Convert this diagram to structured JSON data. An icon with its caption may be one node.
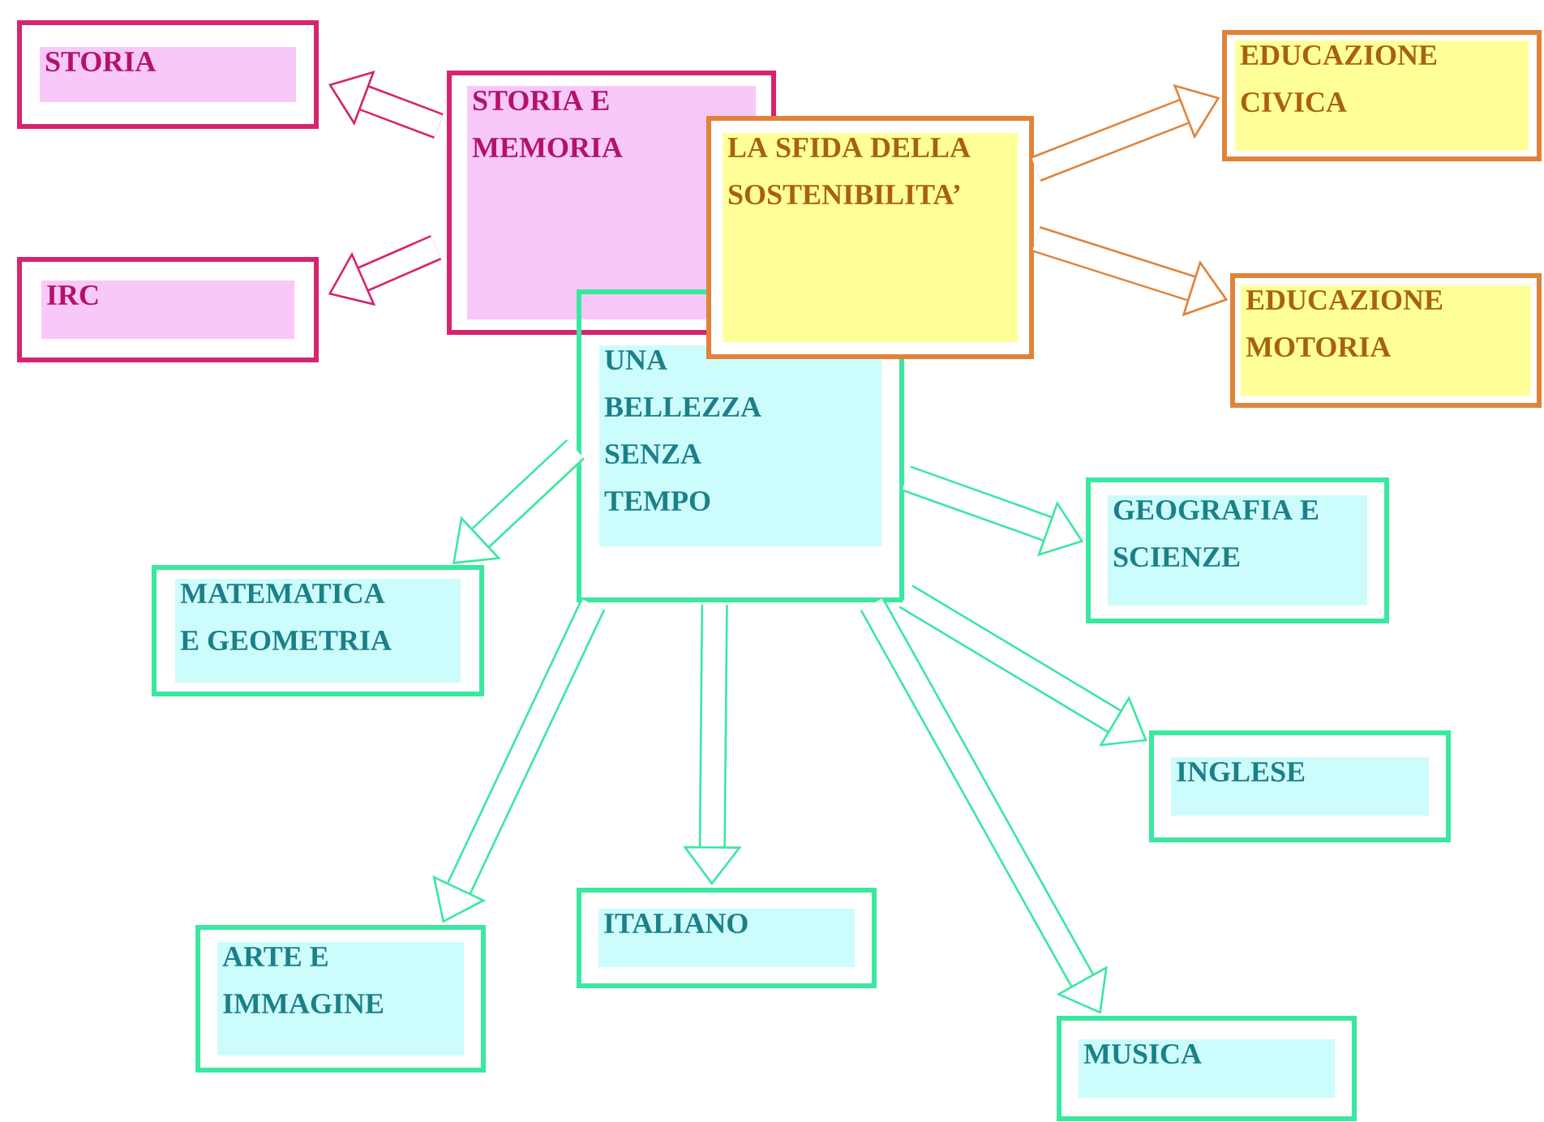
{
  "diagram": {
    "nodes": [
      {
        "text": [
          "STORIA"
        ]
      },
      {
        "text": [
          "STORIA E MEMORIA"
        ]
      },
      {
        "text": [
          "LA SFIDA DELLA SOSTENIBILITA’"
        ]
      },
      {
        "text": [
          "EDUCAZIONE CIVICA"
        ]
      },
      {
        "text": [
          "IRC"
        ]
      },
      {
        "text": [
          "EDUCAZIONE MOTORIA"
        ]
      },
      {
        "text": [
          "UNA BELLEZZA SENZA TEMPO"
        ]
      },
      {
        "text": [
          "GEOGRAFIA E SCIENZE"
        ]
      },
      {
        "text": [
          "MATEMATICA E GEOMETRIA"
        ]
      },
      {
        "text": [
          "INGLESE"
        ]
      },
      {
        "text": [
          "ARTE E IMMAGINE"
        ]
      },
      {
        "text": [
          "ITALIANO"
        ]
      },
      {
        "text": [
          "MUSICA"
        ]
      }
    ],
    "edges": [
      {
        "from": 1,
        "to": 0,
        "arrow": "to",
        "color": "#d6246e"
      },
      {
        "from": 1,
        "to": 4,
        "arrow": "to",
        "color": "#d6246e"
      },
      {
        "from": 2,
        "to": 3,
        "arrow": "to",
        "color": "#e0833a"
      },
      {
        "from": 2,
        "to": 5,
        "arrow": "to",
        "color": "#e0833a"
      },
      {
        "from": 6,
        "to": 8,
        "arrow": "to"
      },
      {
        "from": 6,
        "to": 10,
        "arrow": "to"
      },
      {
        "from": 6,
        "to": 11,
        "arrow": "to"
      },
      {
        "from": 6,
        "to": 12,
        "arrow": "to"
      },
      {
        "from": 6,
        "to": 9,
        "arrow": "to"
      },
      {
        "from": 6,
        "to": 7,
        "arrow": "to"
      }
    ]
  }
}
